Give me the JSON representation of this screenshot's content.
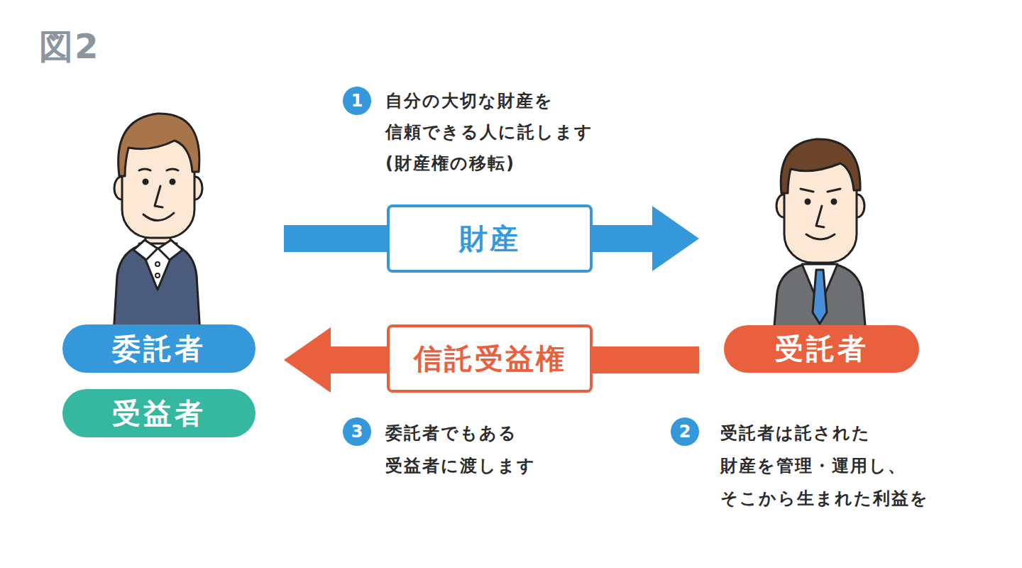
{
  "diagram": {
    "title": "図2",
    "nodes": [
      {
        "text": [
          "委託者"
        ]
      },
      {
        "text": [
          "受益者"
        ]
      },
      {
        "text": [
          "財産"
        ]
      },
      {
        "text": [
          "信託受益権"
        ]
      },
      {
        "text": [
          "受託者"
        ]
      },
      {
        "text": [
          "1"
        ]
      },
      {
        "text": [
          "2"
        ]
      },
      {
        "text": [
          "3"
        ]
      }
    ],
    "edges": [
      {
        "from": 0,
        "to": 2,
        "arrow": "none"
      },
      {
        "from": 2,
        "to": 4,
        "arrow": "to"
      },
      {
        "from": 4,
        "to": 3,
        "arrow": "none"
      },
      {
        "from": 3,
        "to": 0,
        "arrow": "to"
      }
    ],
    "labels": [
      "自分の大切な財産を 信頼できる人に託します (財産権の移転)",
      "受託者は託された 財産を管理・運用し、 そこから生まれた利益を",
      "委託者でもある 受益者に渡します"
    ]
  }
}
